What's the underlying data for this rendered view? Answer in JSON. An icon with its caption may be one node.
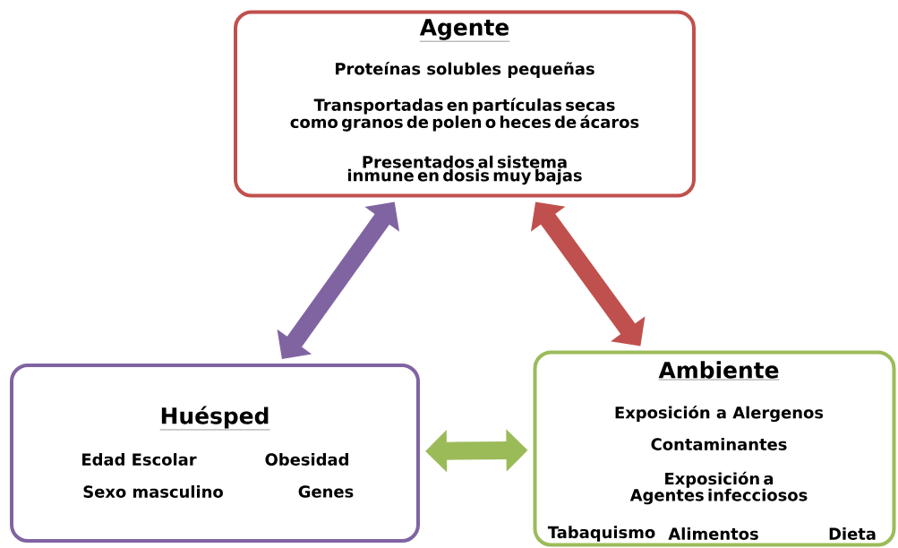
{
  "diagram": {
    "nodes": [
      {
        "text": [
          "Agente",
          "Proteínas solubles pequeñas",
          "Transportadas en partículas secas como granos de polen o heces de ácaros",
          "Presentados al sistema inmune en dosis muy bajas"
        ]
      },
      {
        "text": [
          "Huésped",
          "Edad Escolar",
          "Obesidad",
          "Sexo masculino",
          "Genes"
        ]
      },
      {
        "text": [
          "Ambiente",
          "Exposición a Alergenos",
          "Contaminantes",
          "Exposición a Agentes infecciosos",
          "Tabaquismo",
          "Alimentos",
          "Dieta"
        ]
      }
    ],
    "edges": [
      {
        "from": 0,
        "to": 1,
        "arrow": "both",
        "color": "#8064a2"
      },
      {
        "from": 0,
        "to": 2,
        "arrow": "both",
        "color": "#c0504d"
      },
      {
        "from": 1,
        "to": 2,
        "arrow": "both",
        "color": "#9bbb59"
      }
    ]
  }
}
